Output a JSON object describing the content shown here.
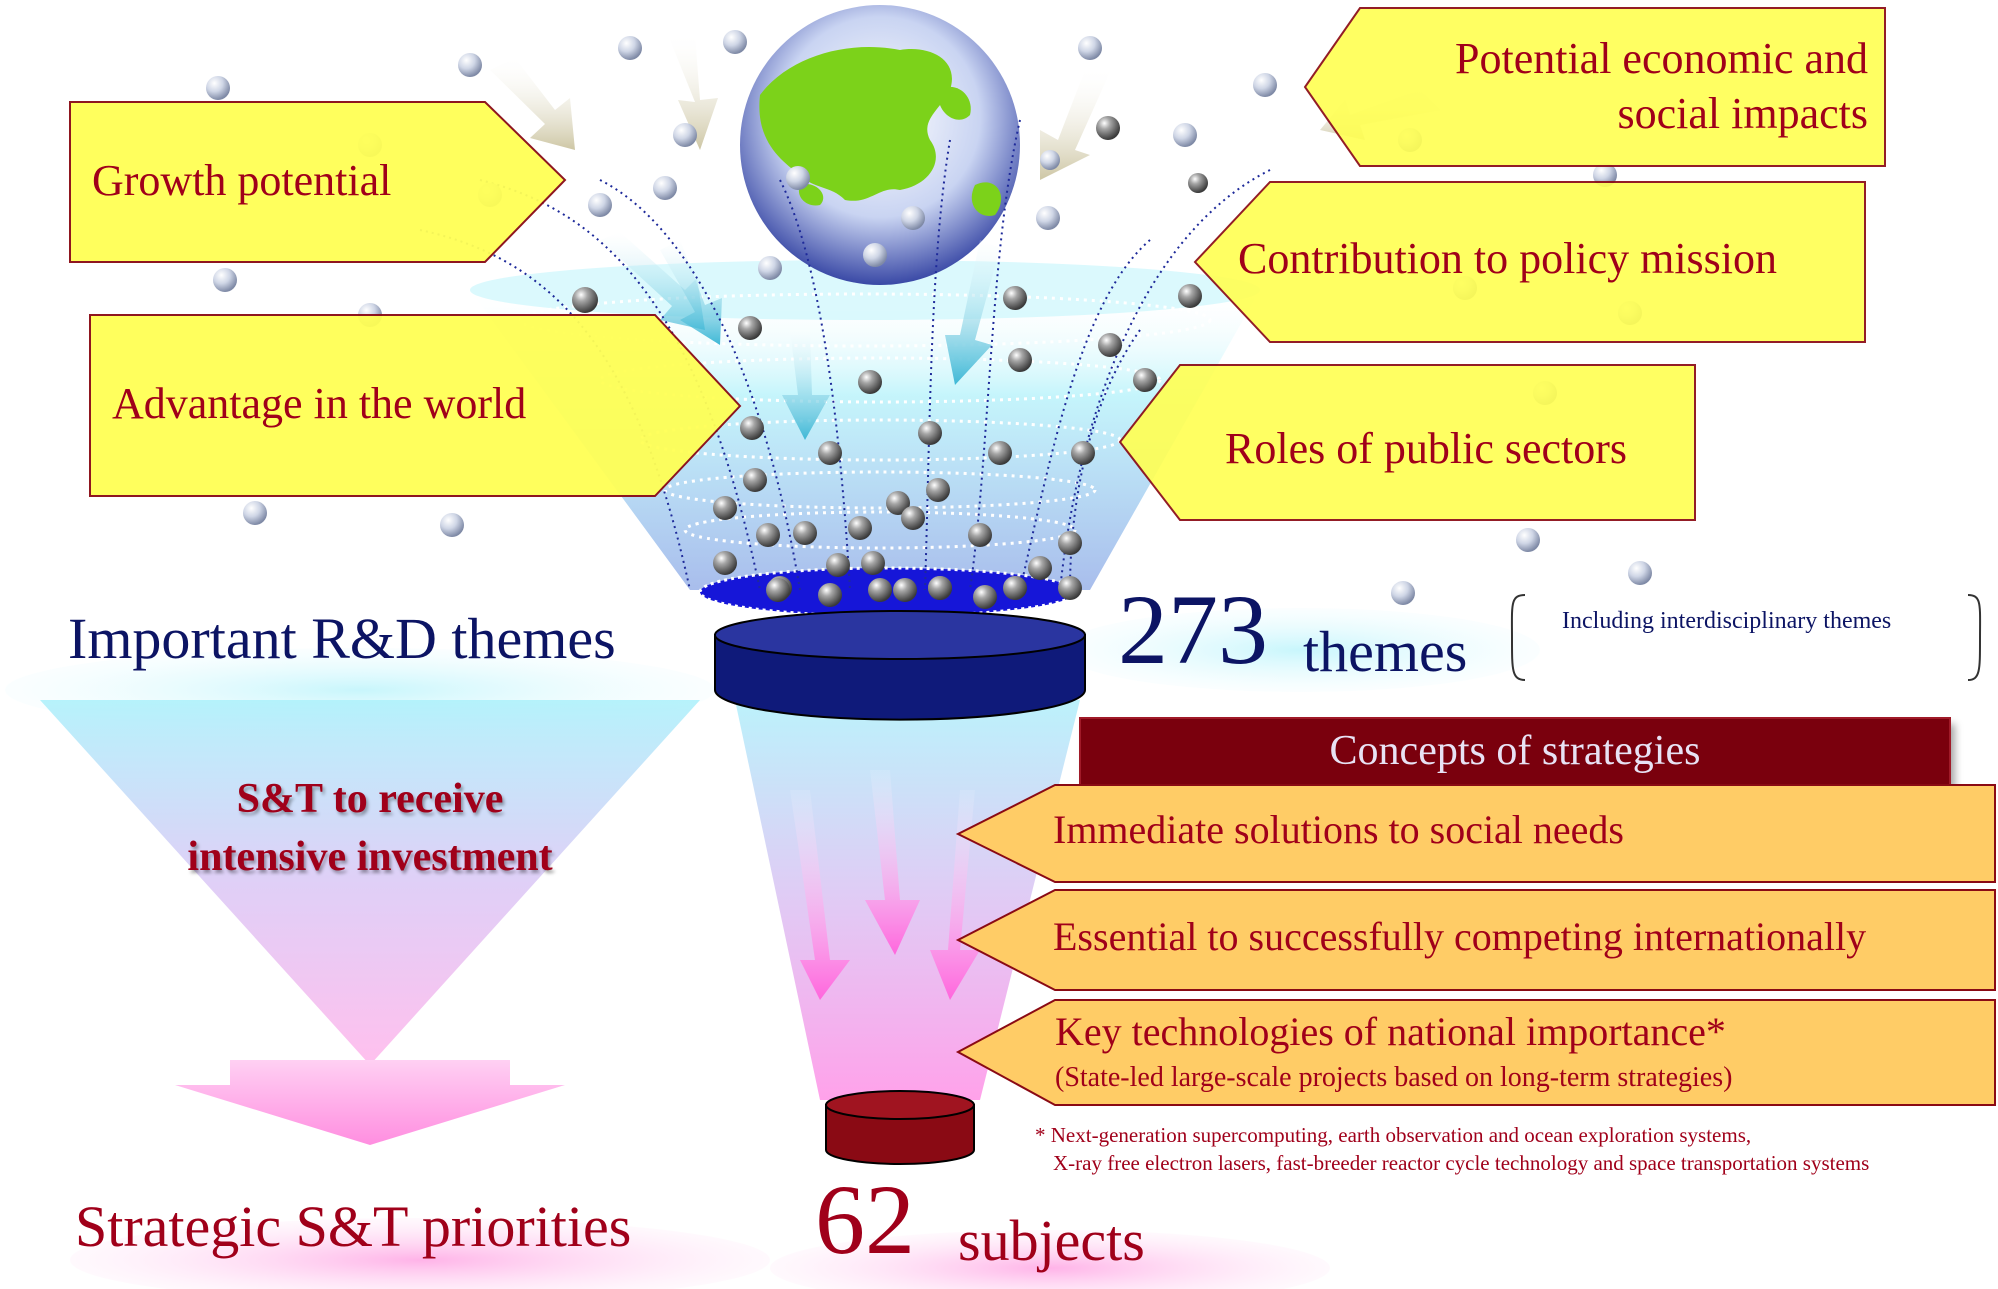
{
  "criteria": [
    {
      "label": "Growth potential"
    },
    {
      "label": "Advantage in the world"
    },
    {
      "label": "Potential economic and"
    },
    {
      "label": "social impacts"
    },
    {
      "label": "Contribution to policy mission"
    },
    {
      "label": "Roles of public sectors"
    }
  ],
  "themes": {
    "title": "Important R&D themes",
    "count": "273",
    "unit": "themes",
    "note": "Including interdisciplinary themes"
  },
  "selection": {
    "line1": "S&T to receive",
    "line2": "intensive investment"
  },
  "concepts": {
    "header": "Concepts of strategies",
    "items": [
      {
        "label": "Immediate solutions to social needs"
      },
      {
        "label": "Essential to successfully competing internationally"
      },
      {
        "label": "Key technologies of national importance*",
        "sub": "(State-led large-scale projects based on long-term strategies)"
      }
    ],
    "footnote_line1": "* Next-generation supercomputing, earth observation and ocean exploration systems,",
    "footnote_line2": "X-ray free electron lasers, fast-breeder reactor cycle technology and space transportation systems"
  },
  "result": {
    "title": "Strategic S&T priorities",
    "count": "62",
    "unit": "subjects"
  },
  "colors": {
    "callout_yellow": "#ffff55",
    "callout_orange": "#ffcc66",
    "text_red": "#a0001a",
    "text_navy": "#0c1464",
    "header_maroon": "#7a0010",
    "disc_navy": "#0f1a7a",
    "disc_red": "#8a0a14"
  },
  "icons": [
    "globe-icon",
    "sphere-icon",
    "arrow-icon"
  ]
}
